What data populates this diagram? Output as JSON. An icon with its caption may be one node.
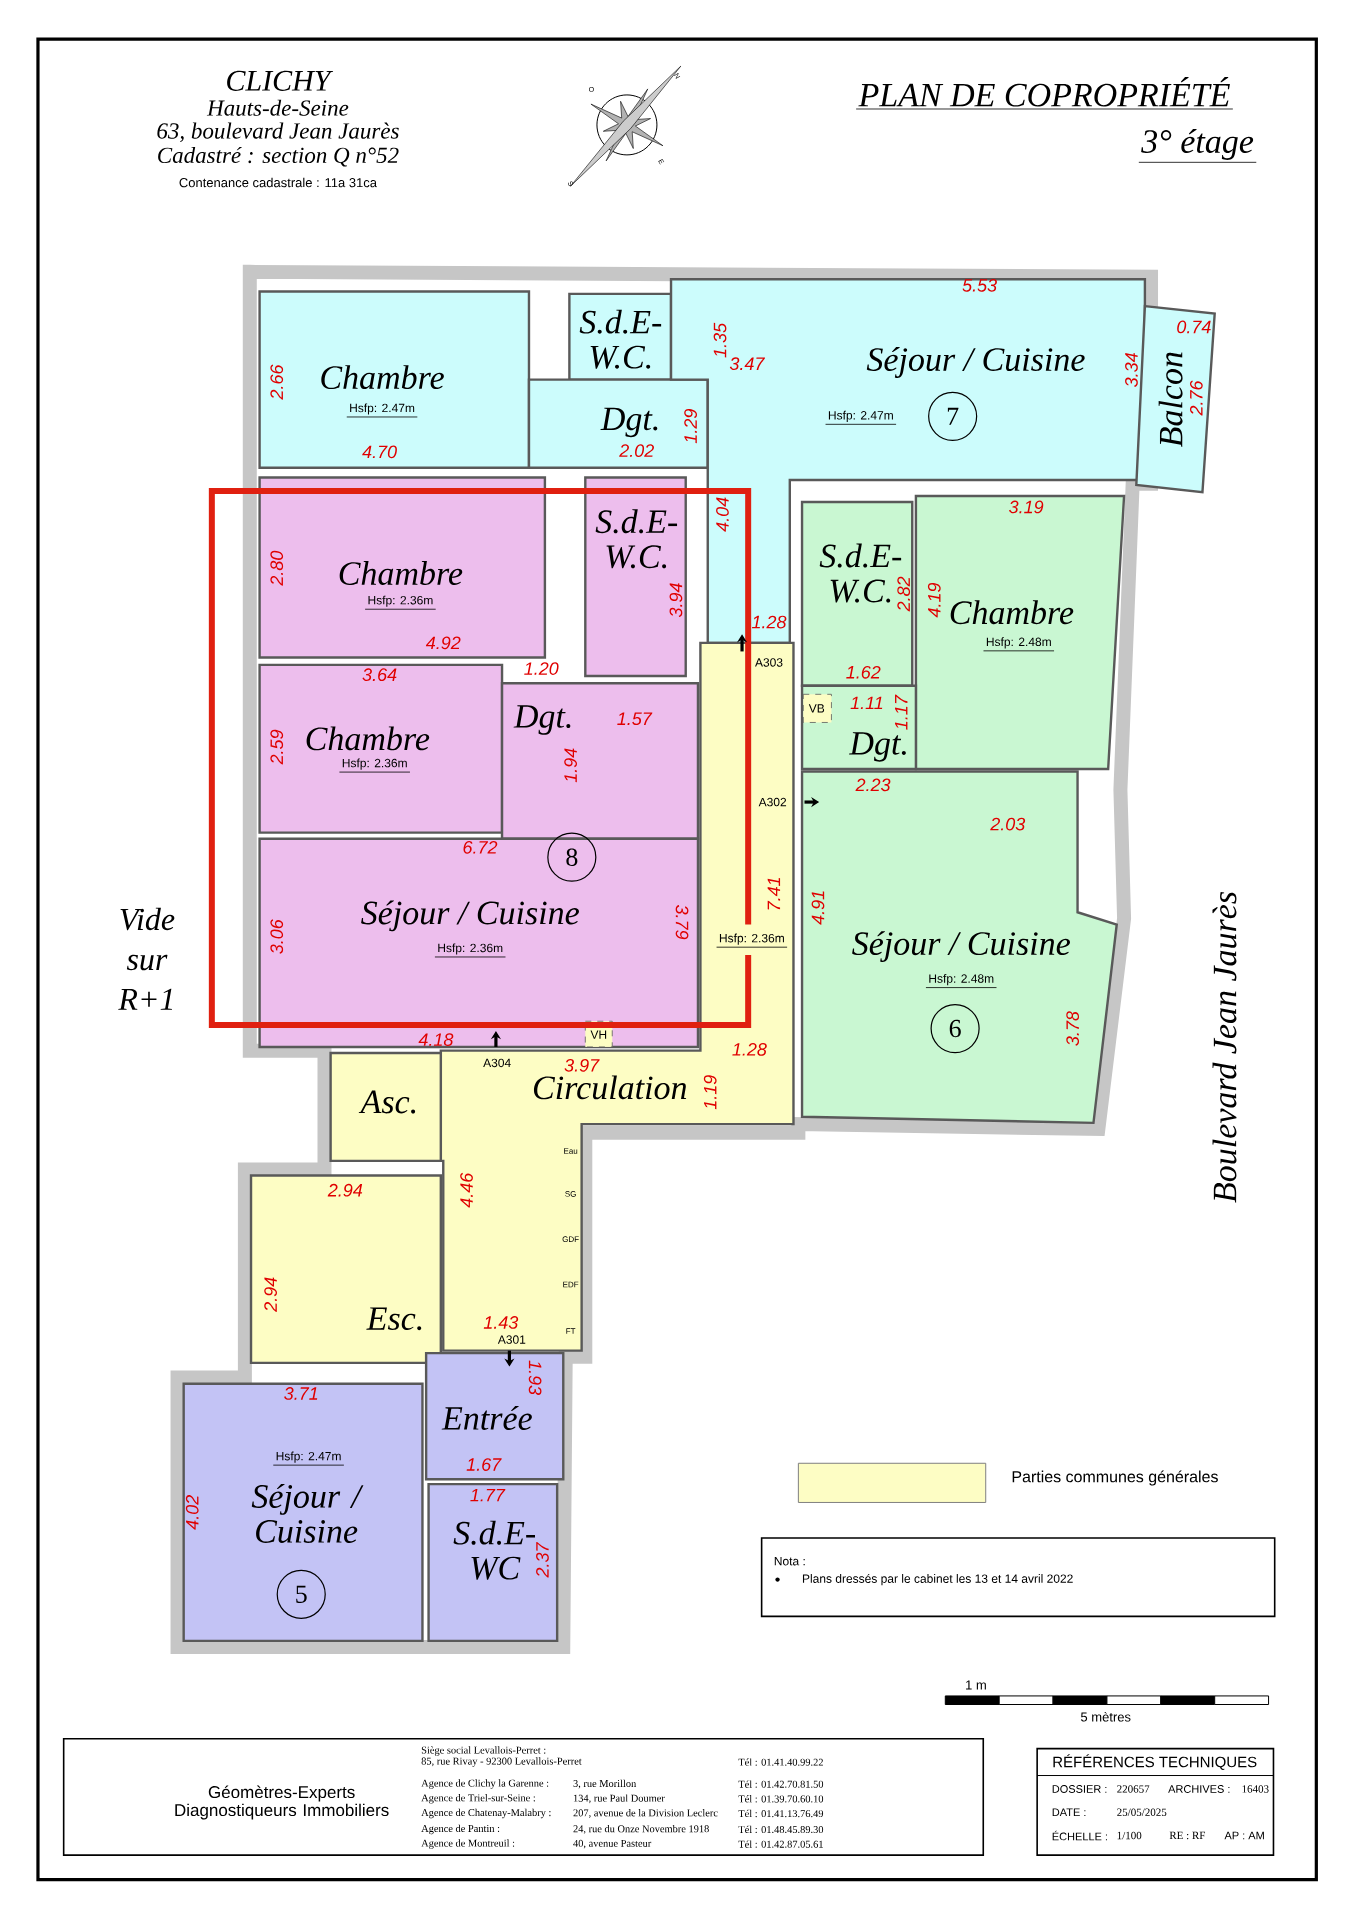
{
  "diagram": {
    "title": "PLAN DE COPROPRIÉTÉ",
    "nodes": [
      {
        "text": [
          "Chambre",
          "Hsfp: 2.47m"
        ]
      },
      {
        "text": [
          "S.d.E- W.C."
        ]
      },
      {
        "text": [
          "Dgt."
        ]
      },
      {
        "text": [
          "Séjour / Cuisine",
          "Hsfp: 2.47m",
          "7"
        ]
      },
      {
        "text": [
          "Balcon"
        ]
      },
      {
        "text": [
          "Chambre",
          "Hsfp: 2.36m"
        ]
      },
      {
        "text": [
          "S.d.E- W.C."
        ]
      },
      {
        "text": [
          "Chambre",
          "Hsfp: 2.36m"
        ]
      },
      {
        "text": [
          "Dgt."
        ]
      },
      {
        "text": [
          "Séjour / Cuisine",
          "Hsfp: 2.36m",
          "8"
        ]
      },
      {
        "text": [
          "S.d.E- W.C."
        ]
      },
      {
        "text": [
          "Chambre",
          "Hsfp: 2.48m"
        ]
      },
      {
        "text": [
          "Dgt."
        ]
      },
      {
        "text": [
          "Séjour / Cuisine",
          "Hsfp: 2.48m",
          "6"
        ]
      },
      {
        "text": [
          "Hsfp: 2.36m",
          "Circulation"
        ]
      },
      {
        "text": [
          "Asc."
        ]
      },
      {
        "text": [
          "Esc."
        ]
      },
      {
        "text": [
          "Entrée"
        ]
      },
      {
        "text": [
          "Hsfp: 2.47m",
          "Séjour / Cuisine",
          "5"
        ]
      },
      {
        "text": [
          "S.d.E- WC"
        ]
      },
      {
        "text": [
          "Nota :",
          "Plans dressés par le cabinet les 13 et 14 avril 2022"
        ]
      },
      {
        "text": [
          "Géomètres-Experts Diagnostiqueurs Immobiliers",
          "Siège social Levallois-Perret :",
          "85, rue Rivay - 92300 Levallois-Perret",
          "Tél : 01.41.40.99.22",
          "Agence de Clichy la Garenne :",
          "3, rue Morillon",
          "Tél : 01.42.70.81.50",
          "Agence de Triel-sur-Seine :",
          "134, rue Paul Doumer",
          "Tél : 01.39.70.60.10",
          "Agence de Chatenay-Malabry :",
          "207, avenue de la Division Leclerc",
          "Tél : 01.41.13.76.49",
          "Agence de Pantin :",
          "24, rue du Onze Novembre 1918",
          "Tél : 01.48.45.89.30",
          "Agence de Montreuil :",
          "40, avenue Pasteur",
          "Tél : 01.42.87.05.61"
        ]
      },
      {
        "text": [
          "RÉFÉRENCES TECHNIQUES",
          "DOSSIER :",
          "220657",
          "ARCHIVES :",
          "16403",
          "DATE :",
          "25/05/2025",
          "ÉCHELLE :",
          "1/100",
          "RE : RF",
          "AP : AM"
        ]
      },
      {
        "text": [
          "VB"
        ],
        "in": 12
      },
      {
        "text": [
          "VH"
        ],
        "in": 9
      }
    ],
    "labels": [
      "CLICHY",
      "O",
      "N",
      "Hauts-de-Seine",
      "63, boulevard Jean Jaurès",
      "3° étage",
      "Cadastré : section Q n°52",
      "E",
      "Contenance cadastrale : 11a 31ca",
      "S",
      "5.53",
      "0.74",
      "1.35",
      "2.66",
      "3.47",
      "3.34",
      "2.76",
      "1.29",
      "4.70",
      "2.02",
      "3.19",
      "4.04",
      "2.80",
      "3.94",
      "2.82",
      "4.19",
      "1.28",
      "4.92",
      "A303",
      "3.64",
      "1.20",
      "1.62",
      "1.57",
      "1.11",
      "1.17",
      "2.59",
      "1.94",
      "2.23",
      "A302",
      "2.03",
      "6.72",
      "Vide sur R+1",
      "3.06",
      "3.79",
      "7.41",
      "4.91",
      "4.18",
      "1.28",
      "3.78",
      "Boulevard Jean Jaurès",
      "A304",
      "3.97",
      "1.19",
      "Eau",
      "2.94",
      "4.46",
      "SG",
      "GDF",
      "2.94",
      "EDF",
      "1.43",
      "A301",
      "FT",
      "3.71",
      "1.93",
      "1.67",
      "1.77",
      "4.02",
      "2.37",
      "1 m",
      "5 mètres"
    ],
    "legend": [
      {
        "text": "Parties communes générales",
        "color": "#fdfdc4"
      }
    ]
  }
}
